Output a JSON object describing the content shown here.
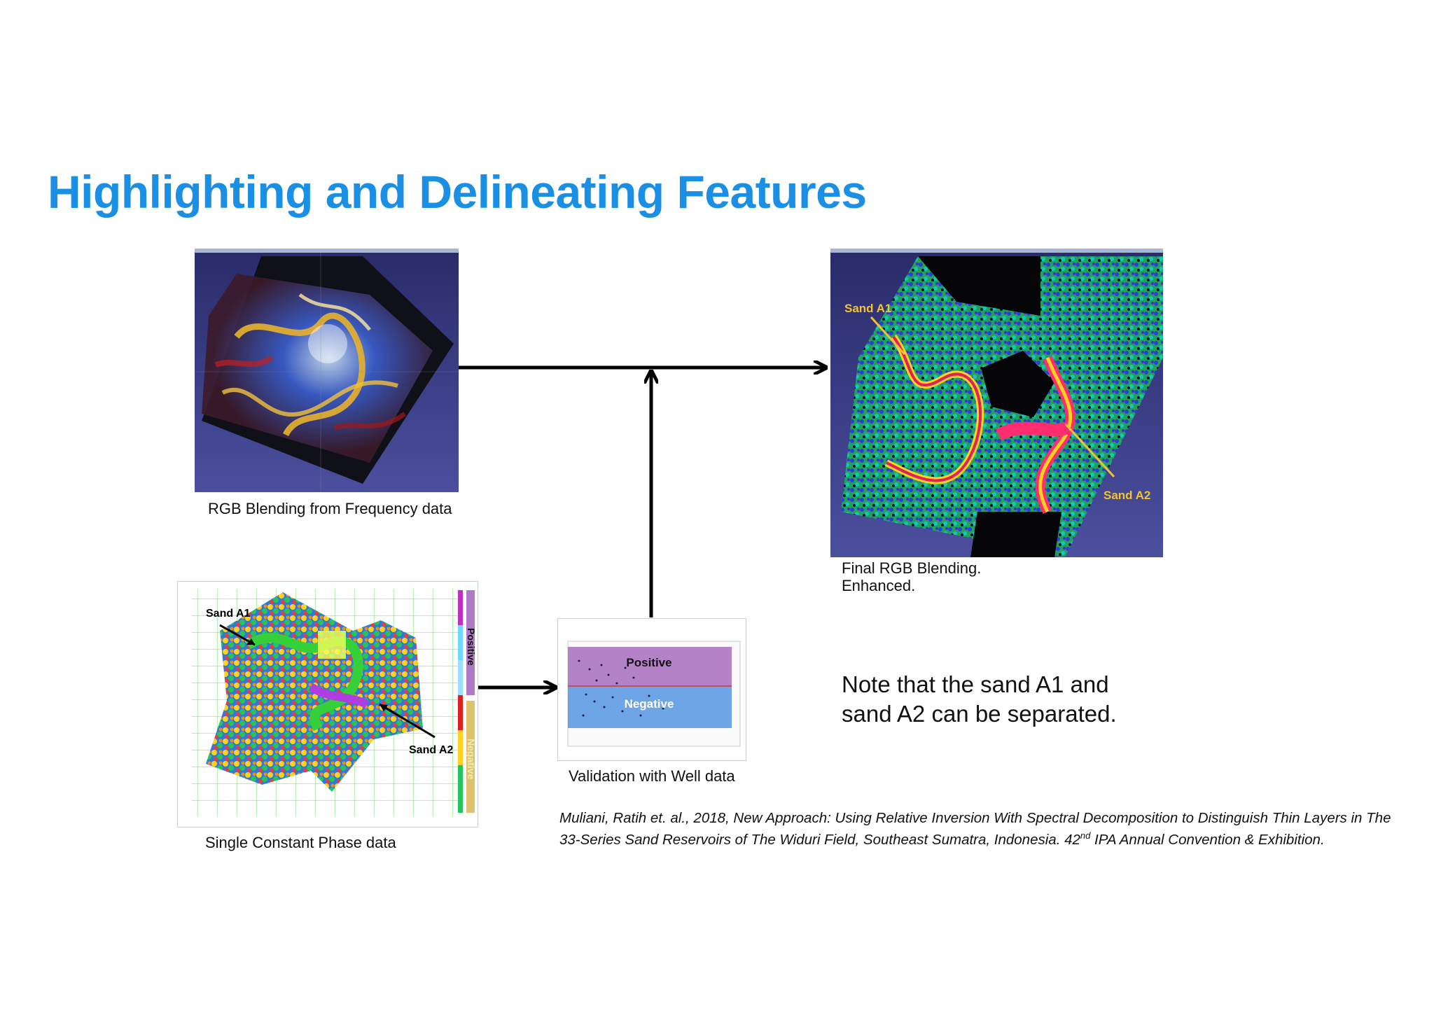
{
  "slide": {
    "title": "Highlighting and Delineating Features"
  },
  "panels": {
    "rgb_frequency": {
      "caption": "RGB Blending from Frequency data"
    },
    "final_rgb": {
      "caption_line1": "Final RGB Blending.",
      "caption_line2": "Enhanced.",
      "label_a1": "Sand A1",
      "label_a2": "Sand A2",
      "label_color": "#f2c230"
    },
    "constant_phase": {
      "caption": "Single Constant Phase data",
      "label_a1": "Sand A1",
      "label_a2": "Sand A2",
      "legend_positive": "Positive",
      "legend_negative": "Negative"
    },
    "well_validation": {
      "caption": "Validation with Well data",
      "band_positive": "Positive",
      "band_negative": "Negative",
      "positive_color": "#9b59b6",
      "negative_color": "#4a90e2"
    }
  },
  "note": {
    "line1": "Note that the sand A1 and",
    "line2": "sand A2 can be separated."
  },
  "reference": {
    "line1": "Muliani, Ratih et. al., 2018, New Approach: Using Relative Inversion With Spectral Decomposition to Distinguish Thin Layers in The",
    "line2_pre": "33-Series Sand Reservoirs of The Widuri Field, Southeast Sumatra, Indonesia. 42",
    "line2_sup": "nd",
    "line2_post": " IPA Annual Convention & Exhibition."
  },
  "colors": {
    "title": "#1a8fe3",
    "arrow": "#000000",
    "panel_bg": "#3a3f8a"
  }
}
